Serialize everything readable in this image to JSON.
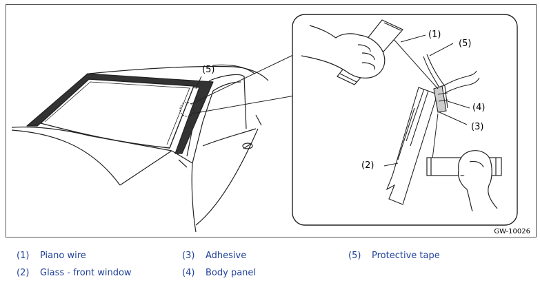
{
  "figure": {
    "callouts": {
      "c1": "(1)",
      "c2": "(2)",
      "c3": "(3)",
      "c4": "(4)",
      "c5": "(5)",
      "car5": "(5)"
    },
    "code": "GW-10026"
  },
  "legend": [
    {
      "num": "(1)",
      "label": "Piano wire"
    },
    {
      "num": "(2)",
      "label": "Glass - front window"
    },
    {
      "num": "(3)",
      "label": "Adhesive"
    },
    {
      "num": "(4)",
      "label": "Body panel"
    },
    {
      "num": "(5)",
      "label": "Protective tape"
    }
  ],
  "colors": {
    "line": "#222222",
    "tape": "#333333",
    "legend_text": "#1f3f9a"
  },
  "icons": [
    "car-body-illustration",
    "gloved-hand-icon",
    "magnifier-circle-icon"
  ]
}
